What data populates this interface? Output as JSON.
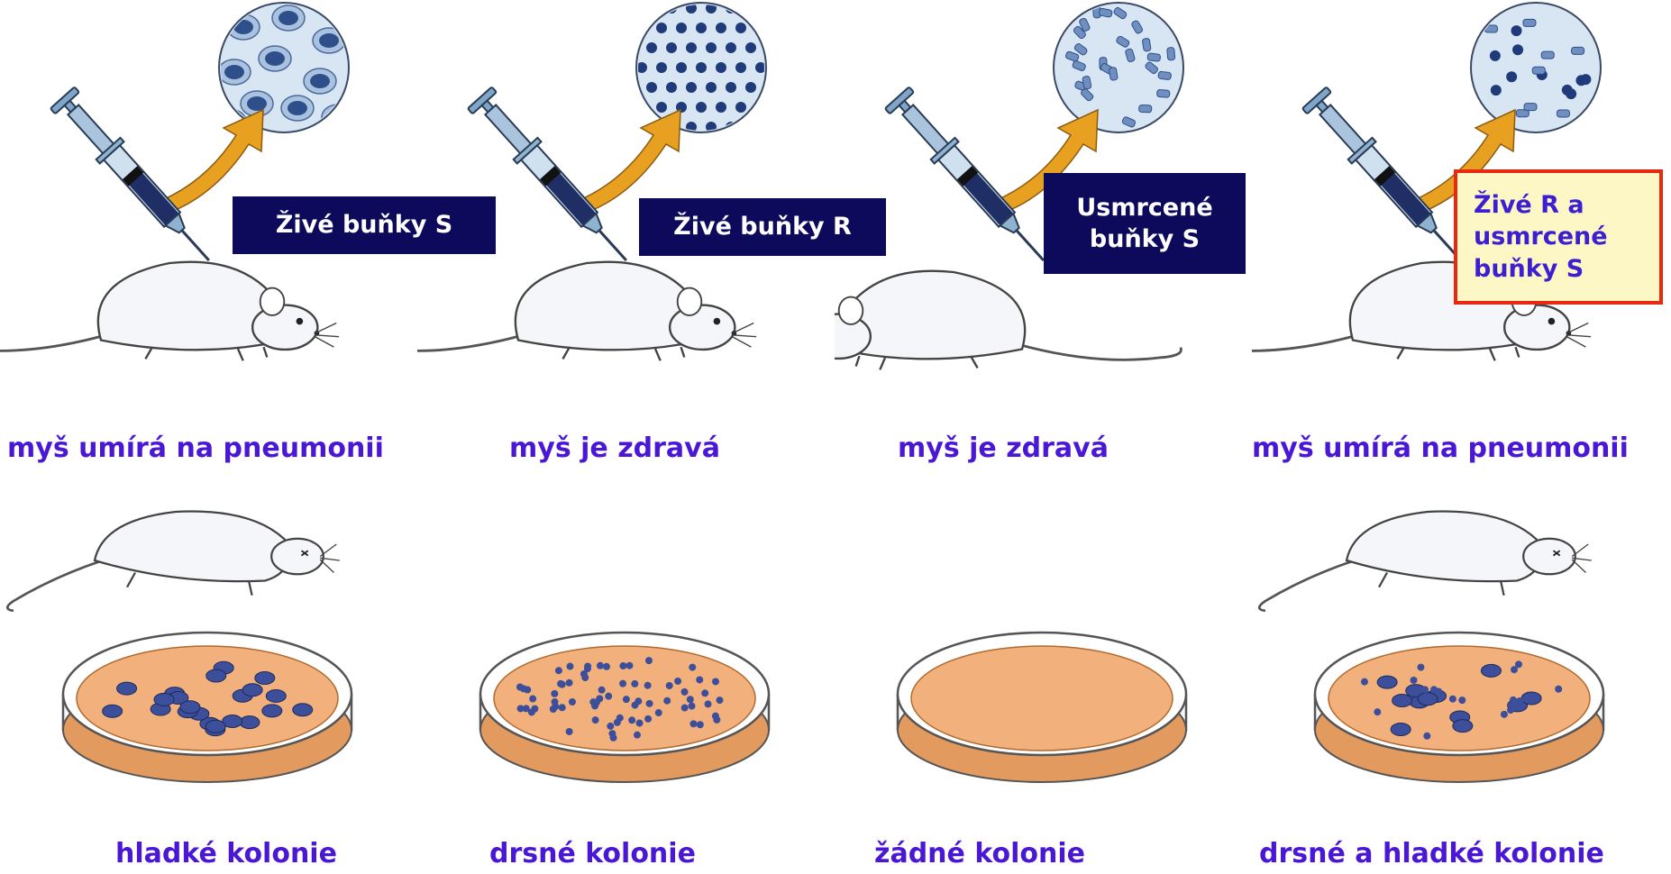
{
  "panels": [
    {
      "cells_label": "Živé buňky S",
      "outcome": "myš umírá na pneumonii",
      "colonies": "hladké kolonie",
      "cell_type": "smooth-large",
      "mouse_state": "dead",
      "plate": "smooth-colonies"
    },
    {
      "cells_label": "Živé buňky R",
      "outcome": "myš je zdravá",
      "colonies": "drsné kolonie",
      "cell_type": "rough-small",
      "mouse_state": "healthy",
      "plate": "rough-colonies"
    },
    {
      "cells_label": "Usmrcené\nbuňky S",
      "outcome": "myš je zdravá",
      "colonies": "žádné kolonie",
      "cell_type": "killed-fragments",
      "mouse_state": "healthy",
      "plate": "no-colonies"
    },
    {
      "cells_label": "Živé R a\nusmrcené\nbuňky S",
      "outcome": "myš umírá na pneumonii",
      "colonies": "drsné a hladké kolonie",
      "cell_type": "mixed",
      "mouse_state": "dead",
      "plate": "mixed-colonies"
    }
  ],
  "colors": {
    "label_box": "#0d0a5c",
    "highlight_box": "#fdf7c6",
    "highlight_border": "#e8280f",
    "caption_text": "#4a17d4",
    "arrow": "#e8a020",
    "agar": "#f2b17c",
    "colony": "#3d4f9a"
  }
}
